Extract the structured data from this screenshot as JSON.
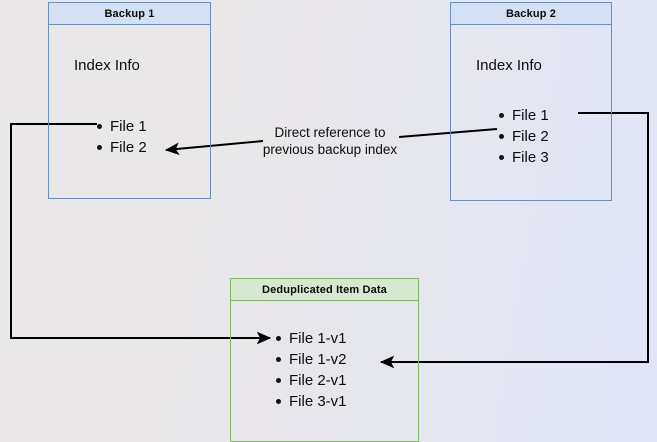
{
  "diagram": {
    "title_hidden": "",
    "background_colors": {
      "left": "#e9e7e7",
      "right": "#e0e4f5"
    },
    "blue_box_border": "#6c8ebf",
    "blue_box_header_fill": "#d4e1f5",
    "green_box_border": "#82b366",
    "green_box_header_fill": "#d6e8d0",
    "edge_color": "#000000"
  },
  "backup1": {
    "header": "Backup 1",
    "section_label": "Index Info",
    "files": [
      "File 1",
      "File 2"
    ]
  },
  "backup2": {
    "header": "Backup 2",
    "section_label": "Index Info",
    "files": [
      "File 1",
      "File 2",
      "File 3"
    ]
  },
  "dedup": {
    "header": "Deduplicated Item Data",
    "files": [
      "File 1-v1",
      "File 1-v2",
      "File 2-v1",
      "File 3-v1"
    ]
  },
  "annotations": {
    "direct_reference_line1": "Direct reference to",
    "direct_reference_line2": "previous backup index"
  }
}
